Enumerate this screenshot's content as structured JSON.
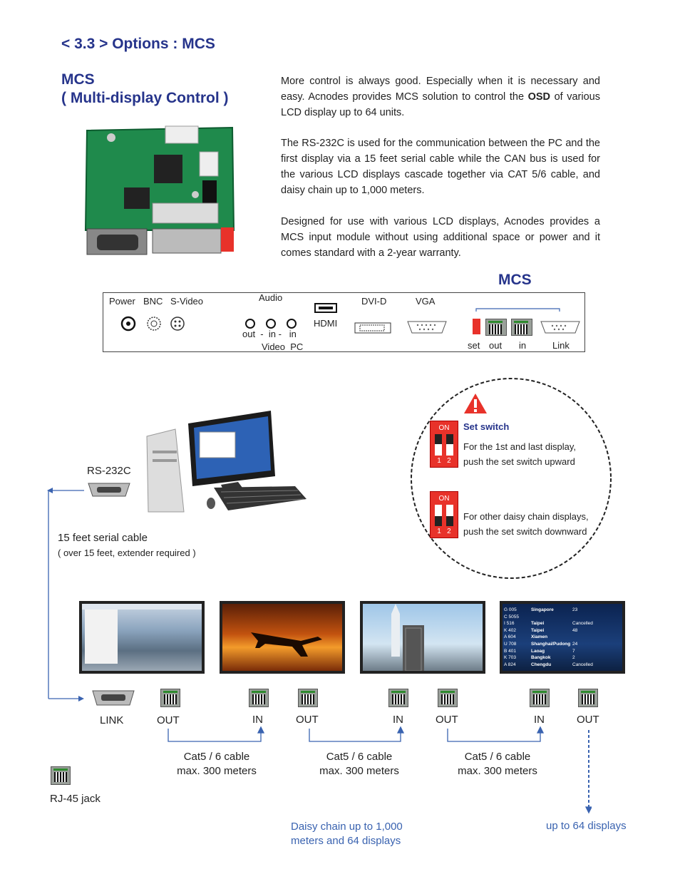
{
  "heading": "< 3.3 > Options : MCS",
  "subheading": {
    "line1": "MCS",
    "line2": "( Multi-display Control )"
  },
  "paragraphs": {
    "p1_a": "More control is always good. Especially when it is necessary and easy. Acnodes provides MCS solution to control the ",
    "p1_bold": "OSD",
    "p1_b": " of various LCD display up to 64 units.",
    "p2": "The RS-232C is used for the communication between the PC and the first display via a 15 feet serial cable while the CAN bus is used for the various LCD displays cascade together via CAT 5/6 cable, and daisy chain up to 1,000 meters.",
    "p3": "Designed for use with various LCD displays, Acnodes provides a MCS input module without using additional space or power and it comes standard with a 2-year warranty."
  },
  "panel": {
    "mcs_title": "MCS",
    "power": "Power",
    "bnc": "BNC",
    "svideo": "S-Video",
    "audio": "Audio",
    "audio_sub": "out  -  in -   in",
    "audio_sub2": "Video  PC",
    "hdmi": "HDMI",
    "dvid": "DVI-D",
    "vga": "VGA",
    "set": "set",
    "out": "out",
    "in": "in",
    "link": "Link"
  },
  "diagram": {
    "rs232c": "RS-232C",
    "cable": "15 feet serial cable",
    "cable_note": "( over 15 feet, extender required )",
    "set_switch_title": "Set switch",
    "set_up_line1": "For the 1st and last display,",
    "set_up_line2": "push the set switch upward",
    "set_down_line1": "For other daisy chain displays,",
    "set_down_line2": "push the set switch downward",
    "dip_on": "ON",
    "dip_12": "1   2",
    "link": "LINK",
    "out": "OUT",
    "in": "IN",
    "cat_line1": "Cat5 / 6 cable",
    "cat_line2": "max. 300 meters",
    "rj45": "RJ-45 jack",
    "daisy_line1": "Daisy chain up to 1,000",
    "daisy_line2": "meters and 64 displays",
    "up_to_64": "up to 64 displays"
  },
  "flight_board": [
    [
      "G 005",
      "Singapore",
      "23"
    ],
    [
      "C 5055",
      "",
      ""
    ],
    [
      "I 516",
      "Taipei",
      "Cancelled"
    ],
    [
      "K 402",
      "Taipei",
      "48"
    ],
    [
      "A 604",
      "Xiamen",
      ""
    ],
    [
      "U 708",
      "Shanghai/Pudong",
      "24"
    ],
    [
      "B 401",
      "Laoag",
      "7"
    ],
    [
      "K 703",
      "Bangkok",
      "2"
    ],
    [
      "A 824",
      "Chengdu",
      "Cancelled"
    ]
  ],
  "colors": {
    "heading": "#26348b",
    "accent_blue": "#26348b",
    "set_switch_red": "#e8322a",
    "link_blue": "#3a63b0"
  }
}
